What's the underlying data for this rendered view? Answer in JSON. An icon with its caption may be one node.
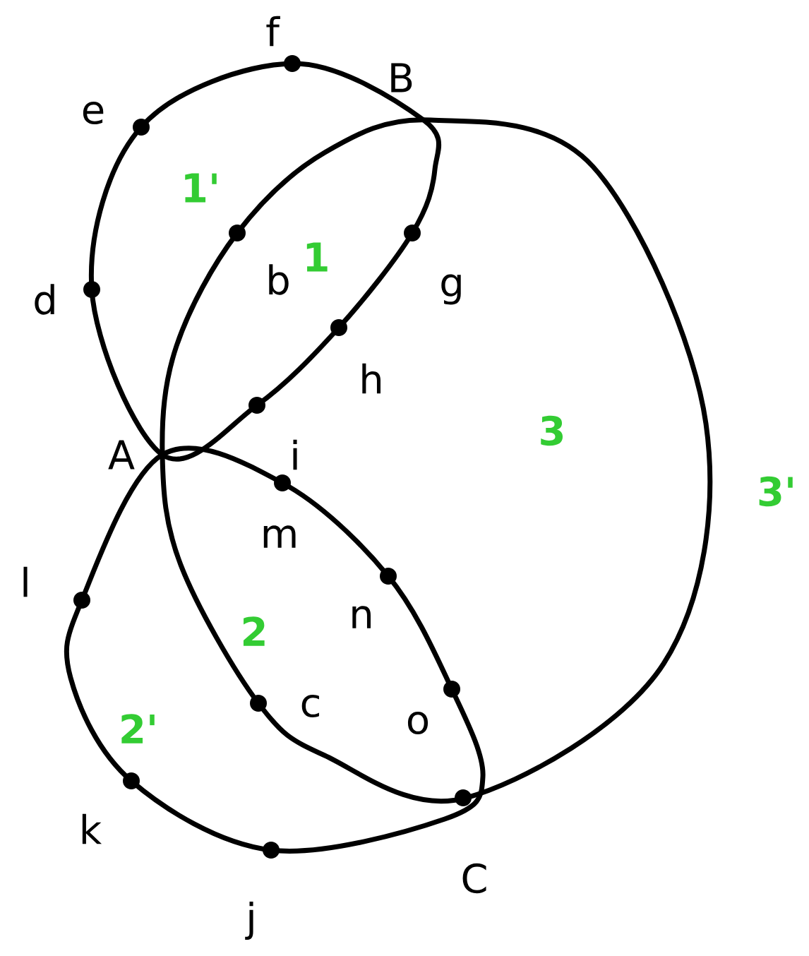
{
  "diagram": {
    "labels": [
      "f",
      "B",
      "e",
      "1'",
      "d",
      "b",
      "1",
      "g",
      "h",
      "3",
      "A",
      "i",
      "3'",
      "l",
      "m",
      "2",
      "n",
      "c",
      "o",
      "2'",
      "k",
      "C",
      "j"
    ]
  }
}
